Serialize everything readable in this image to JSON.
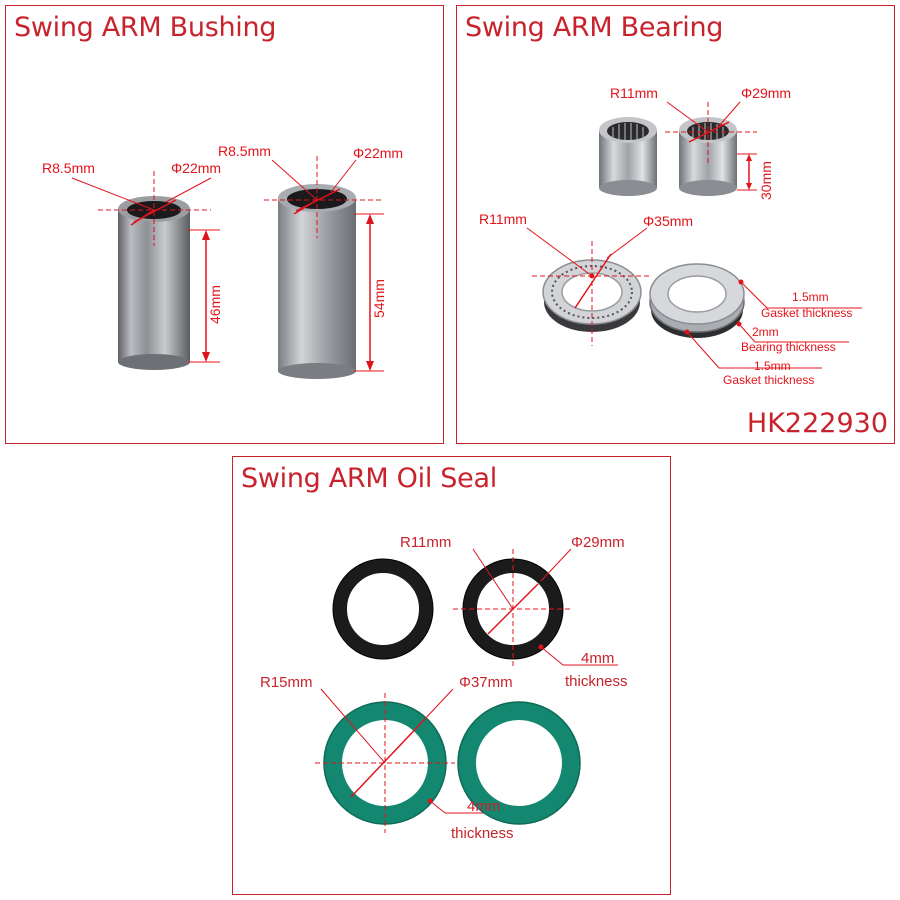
{
  "colors": {
    "accent": "#c8232c",
    "annotation": "#e3131b",
    "seal_black": "#1b1b1b",
    "seal_green": "#13876f"
  },
  "bushing": {
    "title": "Swing ARM Bushing",
    "left": {
      "radius": "R8.5mm",
      "diameter": "Φ22mm",
      "length": "46mm"
    },
    "right": {
      "radius": "R8.5mm",
      "diameter": "Φ22mm",
      "length": "54mm"
    }
  },
  "bearing": {
    "title": "Swing ARM Bearing",
    "needle": {
      "radius": "R11mm",
      "diameter": "Φ29mm",
      "height": "30mm"
    },
    "thrust": {
      "radius": "R11mm",
      "diameter": "Φ35mm",
      "gasket1_value": "1.5mm",
      "gasket1_label": "Gasket thickness",
      "bearing_value": "2mm",
      "bearing_label": "Bearing thickness",
      "gasket2_value": "1.5mm",
      "gasket2_label": "Gasket thickness"
    },
    "code": "HK222930"
  },
  "seal": {
    "title": "Swing ARM Oil Seal",
    "small": {
      "radius": "R11mm",
      "diameter": "Φ29mm",
      "thick_value": "4mm",
      "thick_label": "thickness"
    },
    "large": {
      "radius": "R15mm",
      "diameter": "Φ37mm",
      "thick_value": "4mm",
      "thick_label": "thickness"
    }
  }
}
